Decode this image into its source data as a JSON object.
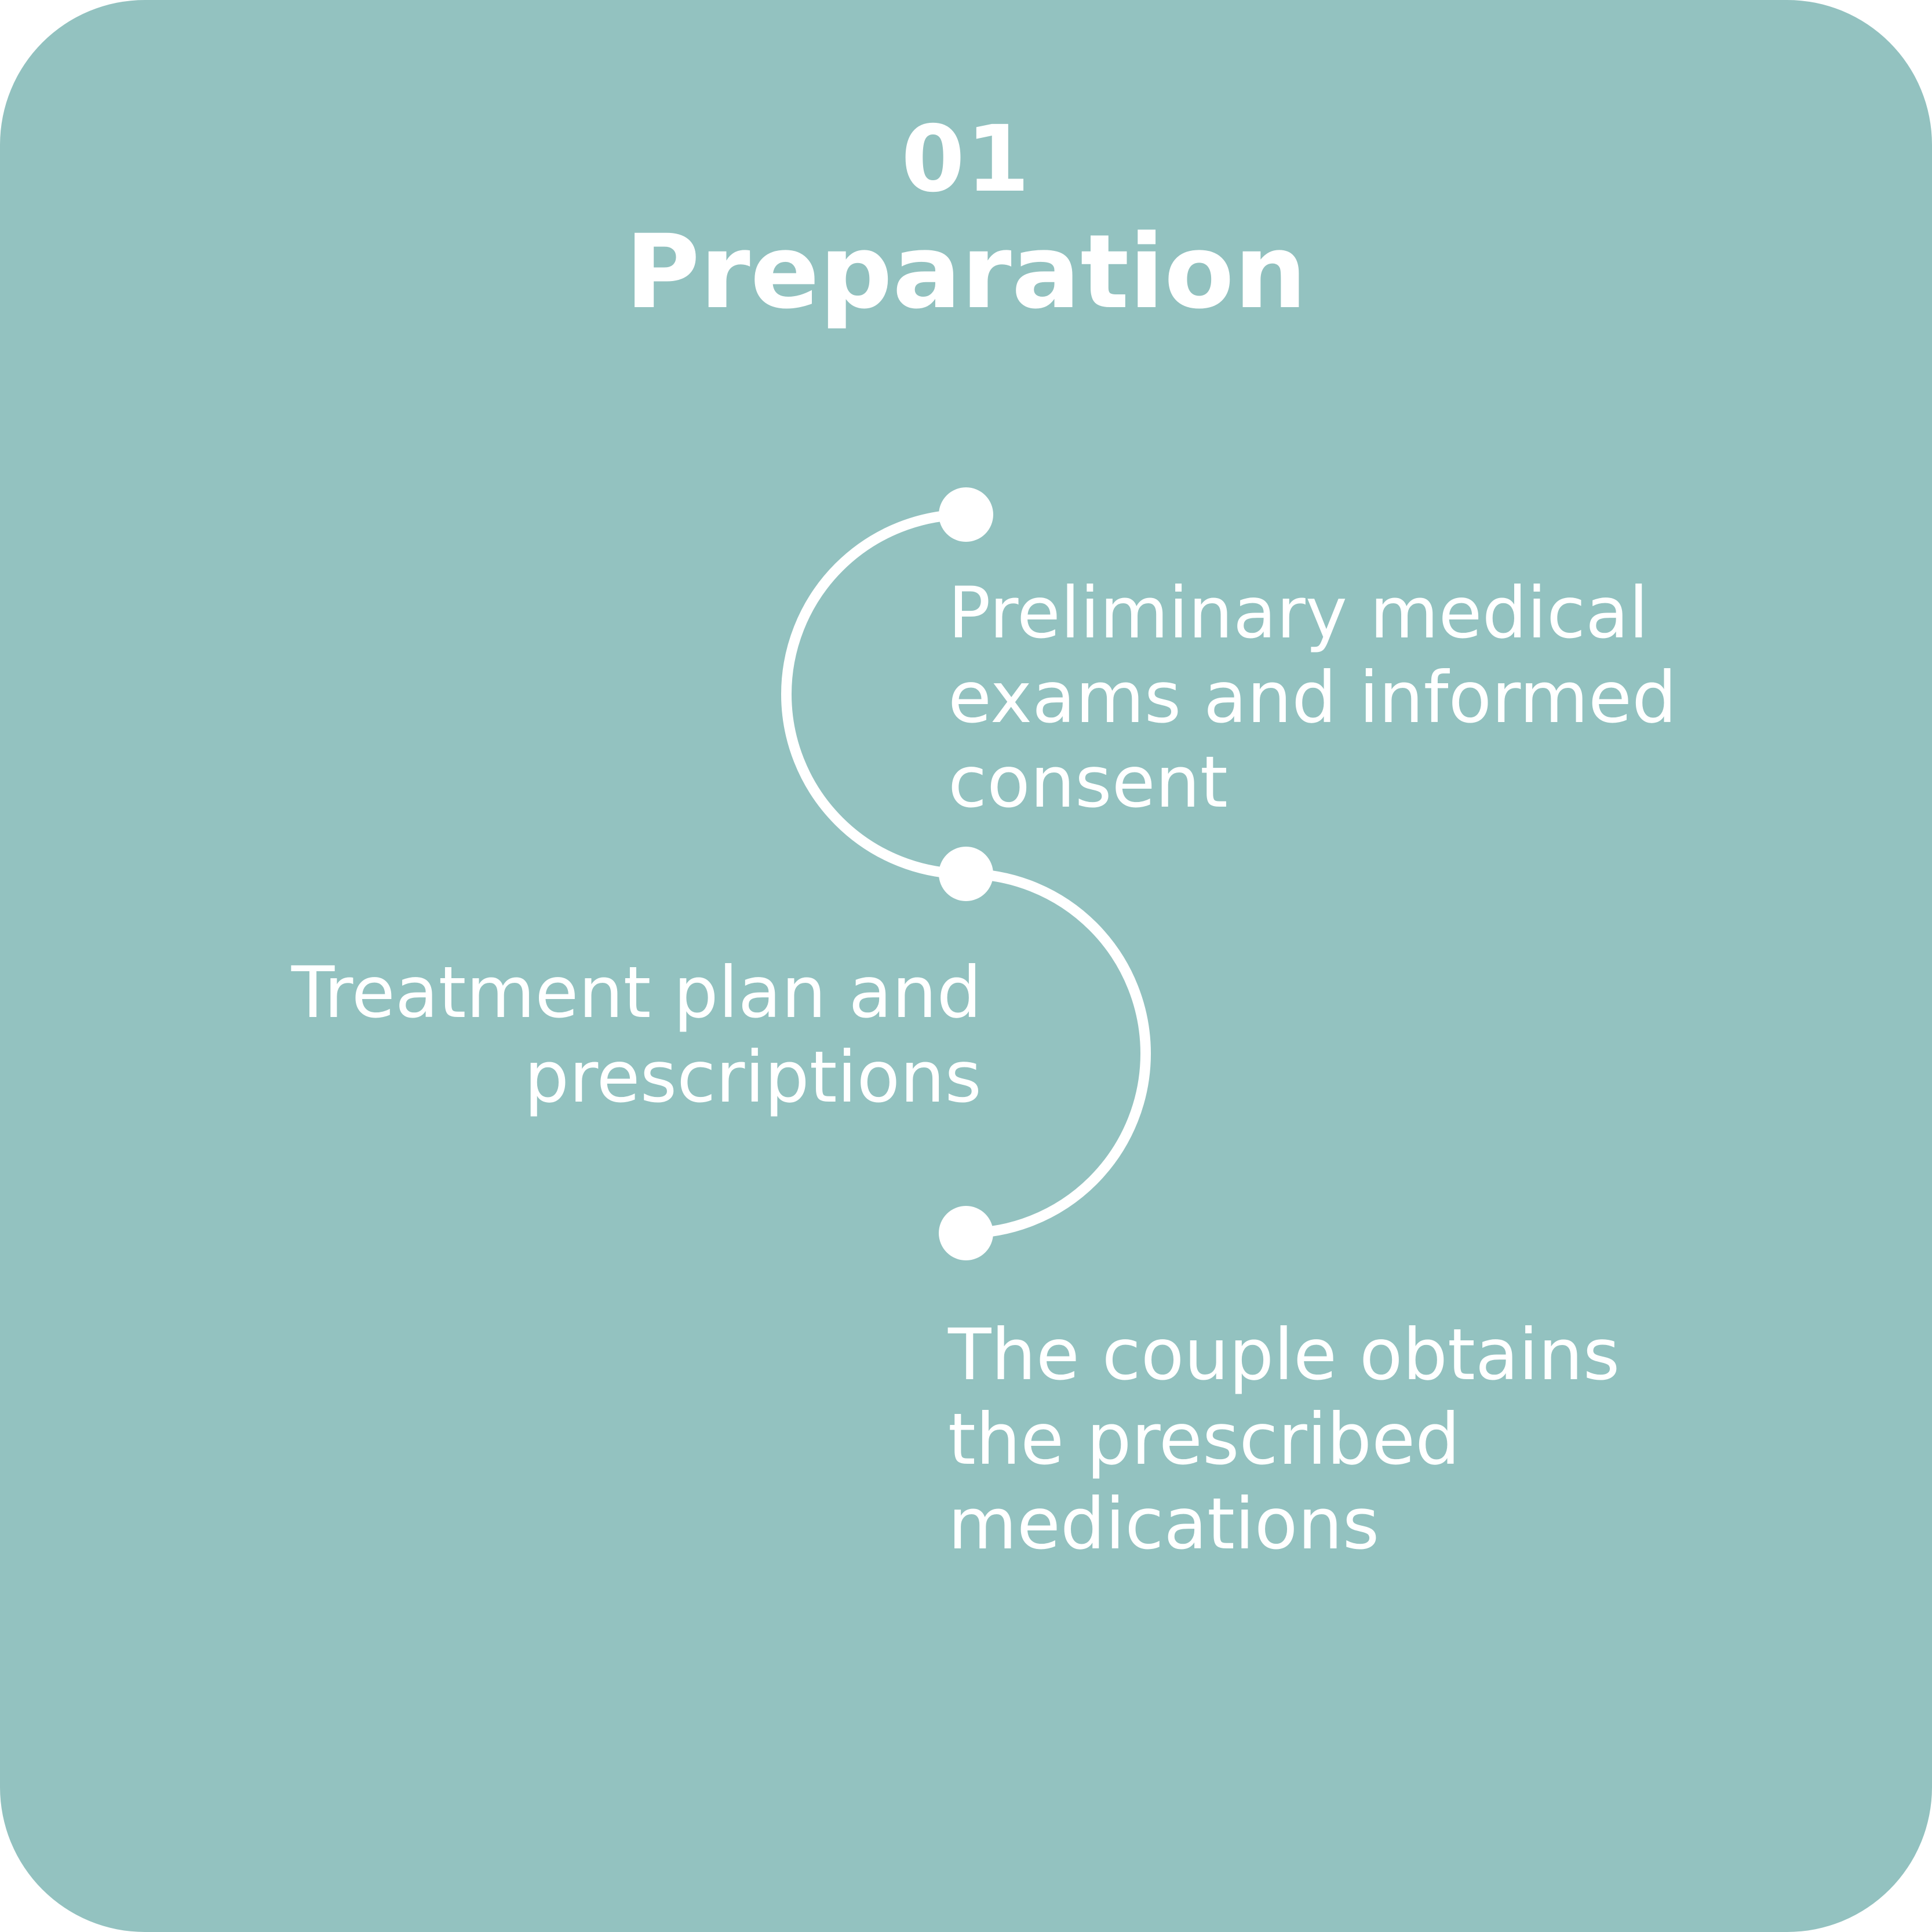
{
  "card": {
    "background_color": "#93c2c0",
    "foreground_color": "#ffffff"
  },
  "step": {
    "number": "01",
    "title": "Preparation"
  },
  "items": [
    {
      "lines": [
        "Preliminary medical",
        "exams and informed",
        "consent"
      ]
    },
    {
      "lines": [
        "Treatment plan and",
        "prescriptions"
      ]
    },
    {
      "lines": [
        "The couple obtains",
        "the prescribed",
        "medications"
      ]
    }
  ]
}
